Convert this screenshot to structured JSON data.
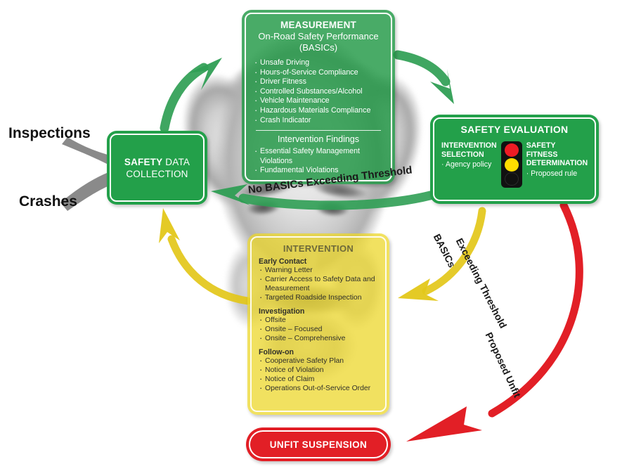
{
  "inputs": {
    "inspections_label": "Inspections",
    "crashes_label": "Crashes"
  },
  "nodes": {
    "safety_data_collection": {
      "line1_bold": "SAFETY",
      "line1_rest": " DATA",
      "line2": "COLLECTION"
    },
    "measurement": {
      "title": "MEASUREMENT",
      "subtitle_line1": "On-Road Safety Performance",
      "subtitle_line2": "(BASICs)",
      "basics": [
        "Unsafe Driving",
        "Hours-of-Service Compliance",
        "Driver Fitness",
        "Controlled Substances/Alcohol",
        "Vehicle Maintenance",
        "Hazardous Materials Compliance",
        "Crash Indicator"
      ],
      "findings_heading": "Intervention Findings",
      "findings": [
        "Essential Safety Management Violations",
        "Fundamental Violations"
      ]
    },
    "safety_evaluation": {
      "title": "SAFETY EVALUATION",
      "left_heading_line1": "INTERVENTION",
      "left_heading_line2": "SELECTION",
      "left_items": [
        "Agency policy"
      ],
      "right_heading_line1": "SAFETY FITNESS",
      "right_heading_line2": "DETERMINATION",
      "right_items": [
        "Proposed rule"
      ],
      "traffic_light": {
        "red_on": true,
        "yellow_on": true,
        "green_on": false
      }
    },
    "intervention": {
      "title": "INTERVENTION",
      "sections": [
        {
          "heading": "Early Contact",
          "items": [
            "Warning Letter",
            "Carrier Access to Safety Data and Measurement",
            "Targeted Roadside Inspection"
          ]
        },
        {
          "heading": "Investigation",
          "items": [
            "Offsite",
            "Onsite – Focused",
            "Onsite – Comprehensive"
          ]
        },
        {
          "heading": "Follow-on",
          "items": [
            "Cooperative Safety Plan",
            "Notice of Violation",
            "Notice of Claim",
            "Operations Out-of-Service Order"
          ]
        }
      ]
    },
    "unfit_suspension": {
      "title": "UNFIT SUSPENSION"
    }
  },
  "edge_labels": {
    "no_basics_exceeding_threshold": "No BASICs Exceeding Threshold",
    "basics_exceeding_threshold_line1": "BASICs",
    "basics_exceeding_threshold_line2": "Exceeding Threshold",
    "proposed_unfit": "Proposed Unfit"
  },
  "colors": {
    "green": "#23a04a",
    "green_arrow": "#2f9e54",
    "yellow_arrow": "#e3c719",
    "red": "#e21f26",
    "gray_arrow": "#8a8a8a",
    "traffic_red": "#ed1c24",
    "traffic_yellow": "#ffdd00"
  }
}
